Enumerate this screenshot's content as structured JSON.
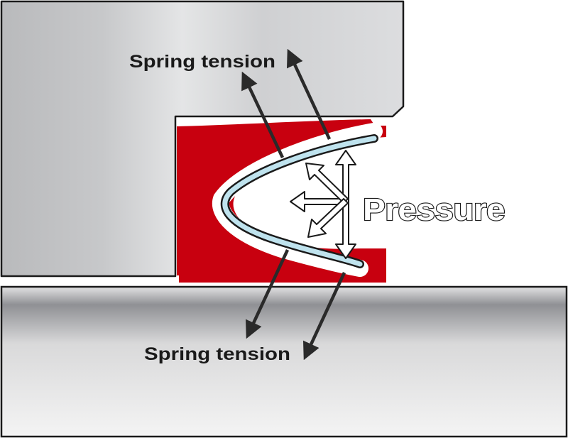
{
  "labels": {
    "spring_tension_top": "Spring tension",
    "spring_tension_bottom": "Spring tension",
    "pressure": "Pressure"
  },
  "colors": {
    "seal_jacket": "#c8000f",
    "spring": "#bfe3ee",
    "hardware_light": "#d8d9da",
    "hardware_dark": "#8e8f93",
    "arrow_dark": "#2a2a2a"
  }
}
